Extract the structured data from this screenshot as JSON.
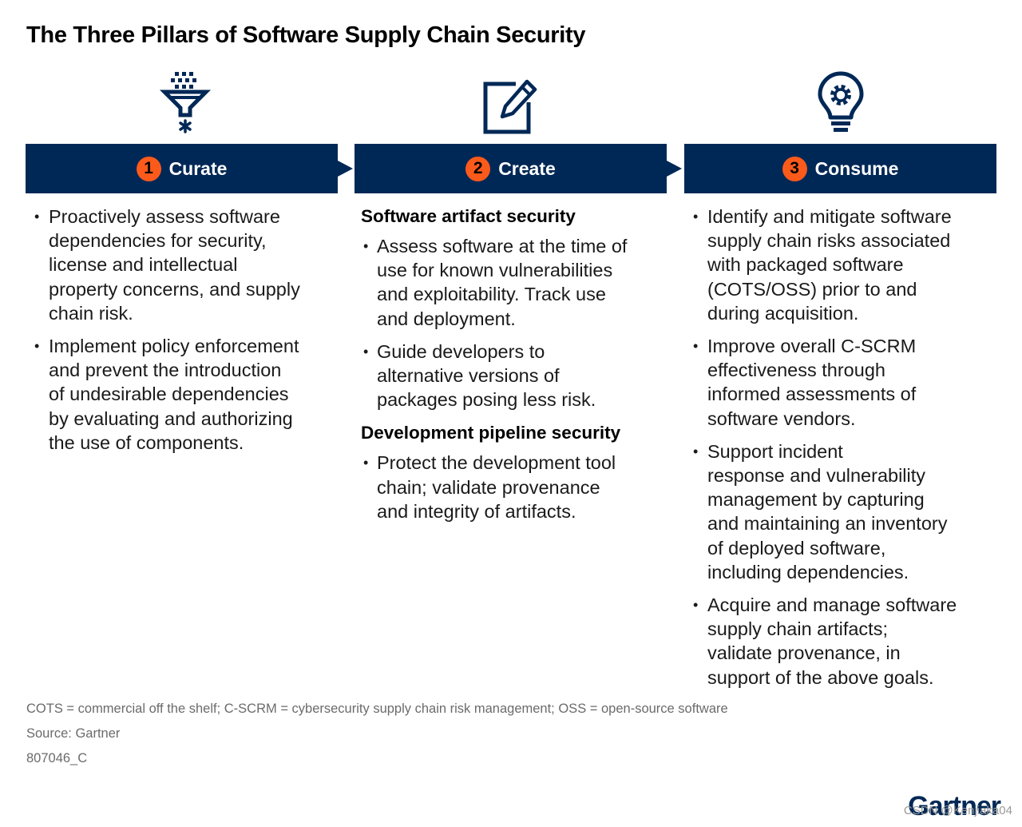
{
  "title": "The Three Pillars of Software Supply Chain Security",
  "colors": {
    "banner": "#002856",
    "number_badge": "#fc5a1b",
    "icon": "#002856"
  },
  "pillars": [
    {
      "number": "1",
      "label": "Curate",
      "icon": "funnel-filter-icon",
      "sections": [
        {
          "heading": "",
          "bullets": [
            [
              "Proactively assess software",
              "dependencies for security,",
              "license and intellectual",
              "property concerns, and supply",
              "chain risk."
            ],
            [
              "Implement policy enforcement",
              "and prevent the introduction",
              "of undesirable dependencies",
              "by evaluating and authorizing",
              "the use of components."
            ]
          ]
        }
      ]
    },
    {
      "number": "2",
      "label": "Create",
      "icon": "edit-document-icon",
      "sections": [
        {
          "heading": "Software artifact security",
          "bullets": [
            [
              "Assess software at the time of",
              "use for known vulnerabilities",
              "and exploitability. Track use",
              "and deployment."
            ],
            [
              "Guide developers to",
              "alternative versions of",
              "packages posing less risk."
            ]
          ]
        },
        {
          "heading": "Development pipeline security",
          "bullets": [
            [
              "Protect the development tool",
              "chain; validate provenance",
              "and integrity of artifacts."
            ]
          ]
        }
      ]
    },
    {
      "number": "3",
      "label": "Consume",
      "icon": "lightbulb-gear-icon",
      "sections": [
        {
          "heading": "",
          "bullets": [
            [
              "Identify and mitigate software",
              "supply chain risks associated",
              "with packaged software",
              "(COTS/OSS) prior to and",
              "during acquisition."
            ],
            [
              "Improve overall C-SCRM",
              "effectiveness through",
              "informed assessments of",
              "software vendors."
            ],
            [
              "Support incident",
              "response and vulnerability",
              "management by capturing",
              "and maintaining an inventory",
              "of deployed software,",
              "including dependencies."
            ],
            [
              "Acquire and manage software",
              "supply chain artifacts;",
              "validate provenance, in",
              "support of the above goals."
            ]
          ]
        }
      ]
    }
  ],
  "footnotes": {
    "abbreviations": "COTS = commercial off the shelf; C-SCRM = cybersecurity supply chain risk management; OSS = open-source software",
    "source": "Source: Gartner",
    "id": "807046_C"
  },
  "logo": "Gartner",
  "watermark": "CSDN @Kenjiaka04"
}
